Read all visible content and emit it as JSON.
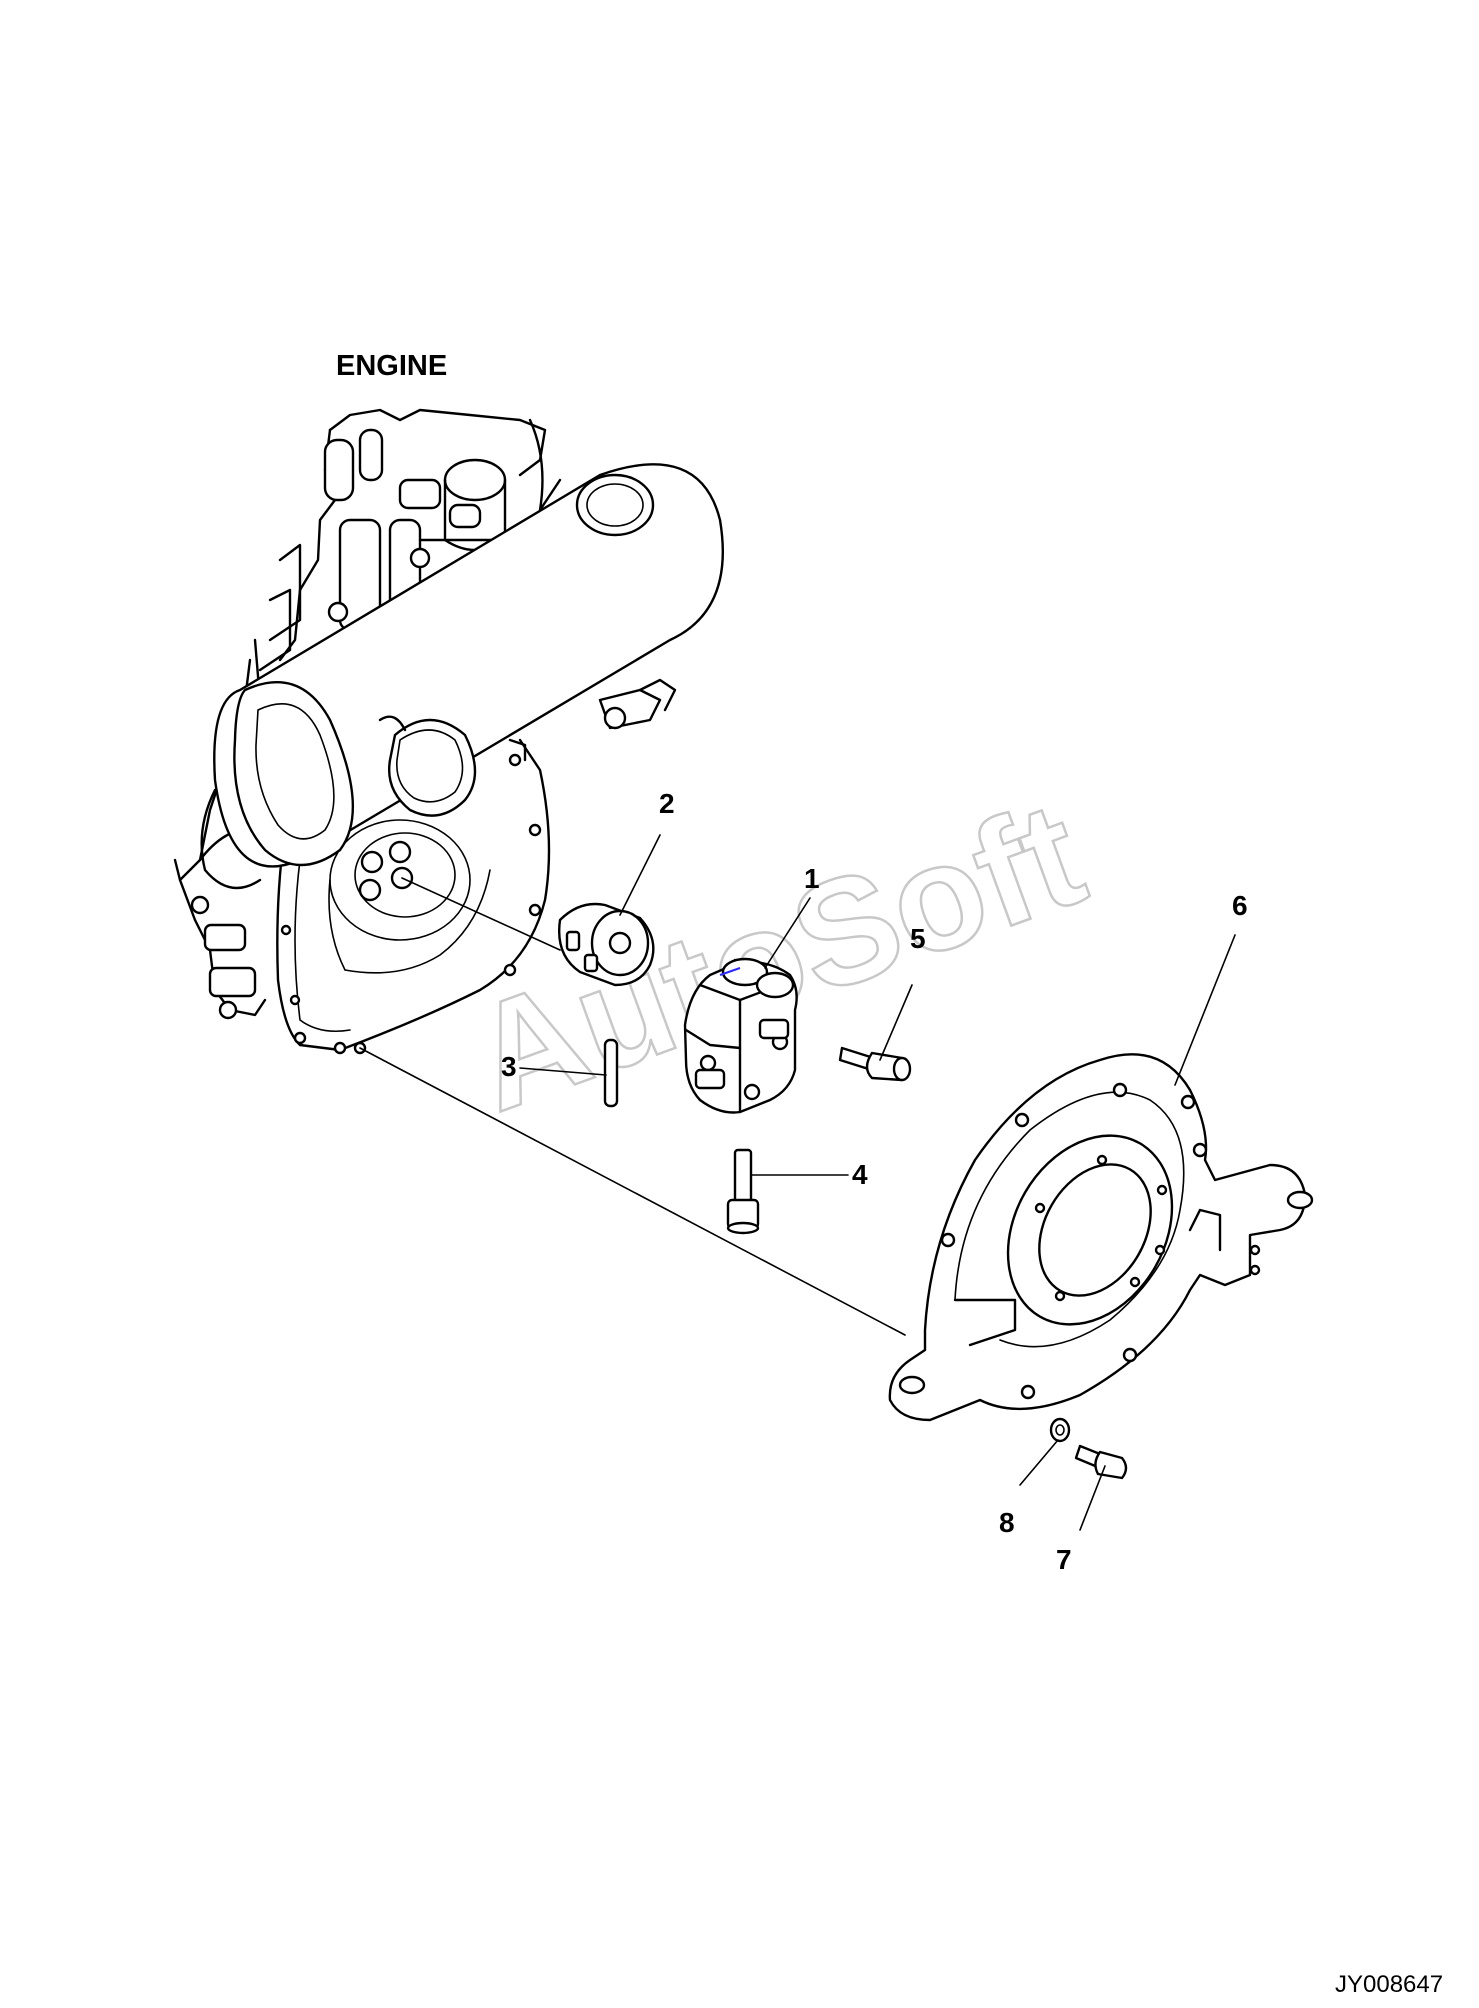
{
  "heading": "ENGINE",
  "drawing_code": "JY008647",
  "watermark": "AutoSoft",
  "callouts": {
    "c1": "1",
    "c2": "2",
    "c3": "3",
    "c4": "4",
    "c5": "5",
    "c6": "6",
    "c7": "7",
    "c8": "8"
  }
}
